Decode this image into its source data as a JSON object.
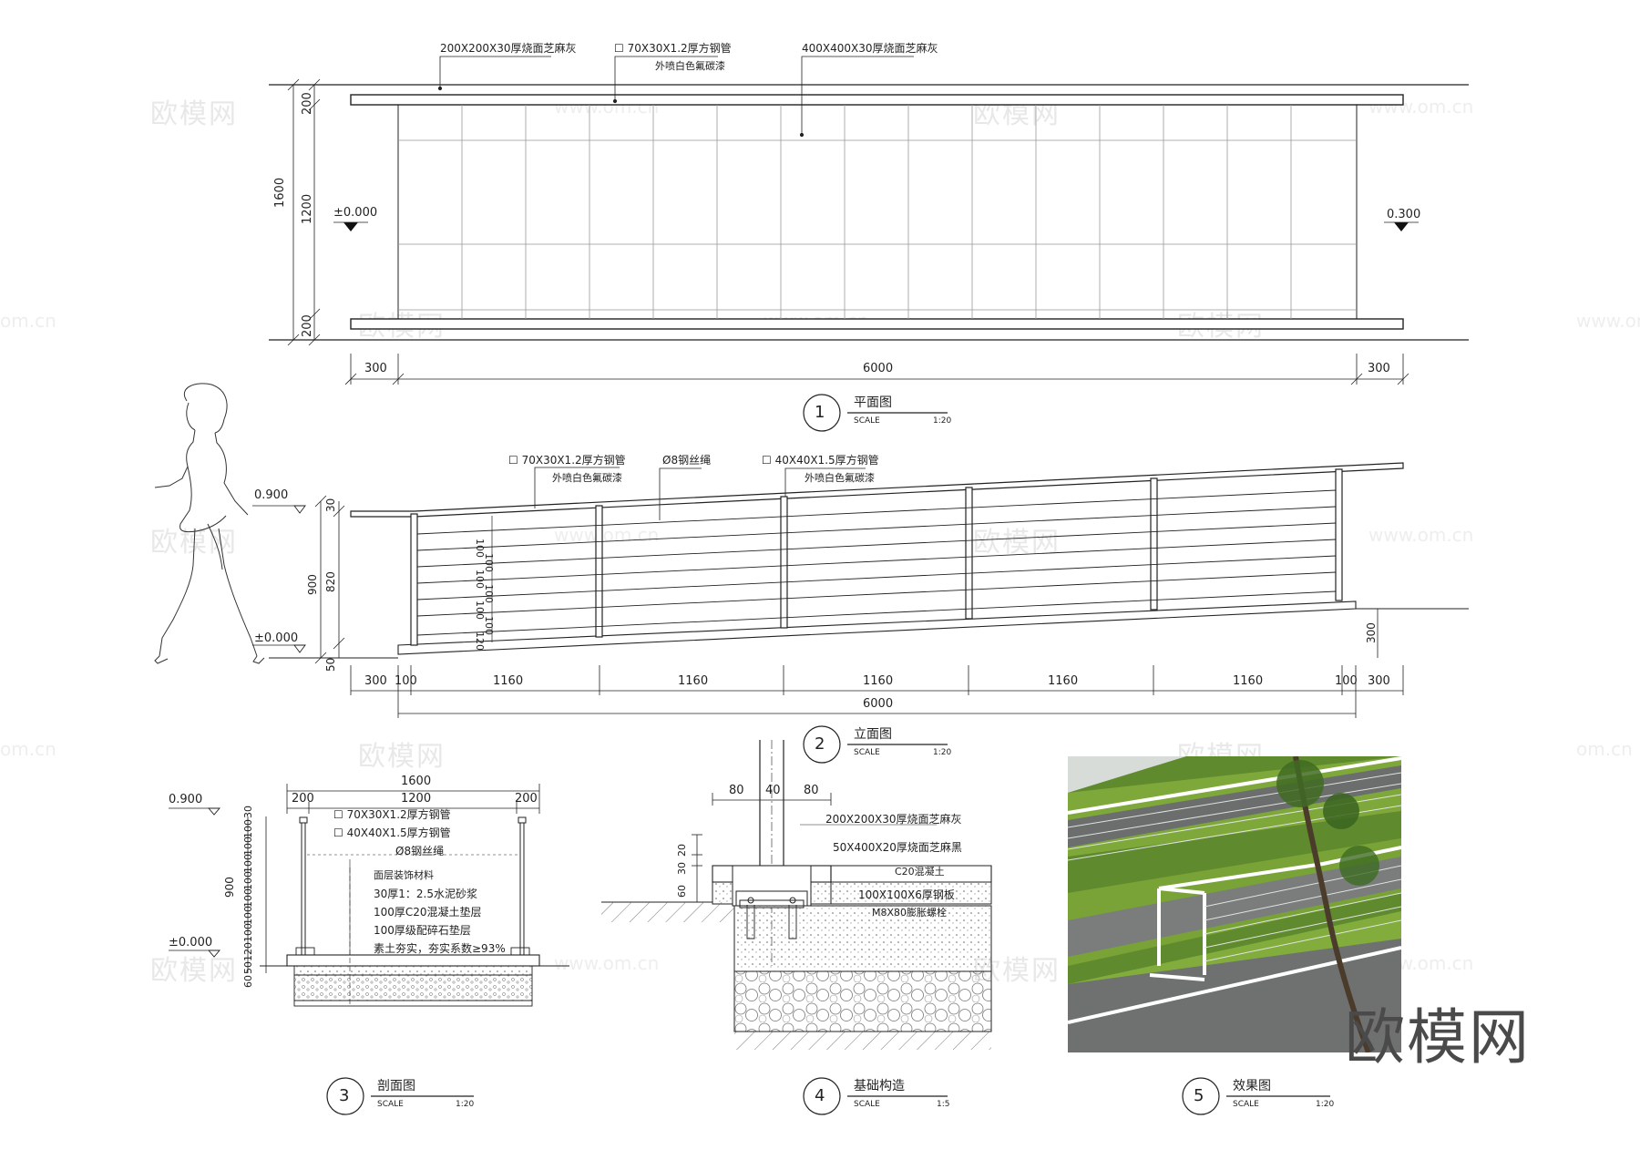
{
  "plan": {
    "notes": {
      "paving_small": "200X200X30厚烧面芝麻灰",
      "tube_70": "70X30X1.2厚方钢管",
      "tube_paint": "外喷白色氟碳漆",
      "paving_large": "400X400X30厚烧面芝麻灰"
    },
    "levels": {
      "left": "±0.000",
      "right": "0.300"
    },
    "dims_vertical": {
      "total": "1600",
      "top": "200",
      "mid": "1200",
      "bottom": "200"
    },
    "dims_horizontal": {
      "left": "300",
      "mid": "6000",
      "right": "300"
    },
    "caption": {
      "number": "1",
      "title": "平面图",
      "scale_label": "SCALE",
      "scale": "1:20"
    }
  },
  "elevation": {
    "notes": {
      "tube_70": "70X30X1.2厚方钢管",
      "tube_paint": "外喷白色氟碳漆",
      "wire": "Ø8钢丝绳",
      "tube_40": "40X40X1.5厚方钢管",
      "tube_40_paint": "外喷白色氟碳漆"
    },
    "levels": {
      "top": "0.900",
      "bottom": "±0.000"
    },
    "dims_vertical": {
      "top": "30",
      "total": "900",
      "mid": "820",
      "bottom": "50",
      "right": "300"
    },
    "wire_spacing": [
      "100",
      "100",
      "100",
      "100",
      "100",
      "100",
      "120"
    ],
    "dims_horizontal": [
      "300",
      "100",
      "1160",
      "1160",
      "1160",
      "1160",
      "1160",
      "100",
      "300"
    ],
    "dim_total": "6000",
    "caption": {
      "number": "2",
      "title": "立面图",
      "scale_label": "SCALE",
      "scale": "1:20"
    }
  },
  "section": {
    "dims_top": {
      "total": "1600",
      "left": "200",
      "mid": "1200",
      "right": "200"
    },
    "levels": {
      "top": "0.900",
      "bottom": "±0.000"
    },
    "dims_left": {
      "total": "900",
      "stack": [
        "30",
        "100",
        "100",
        "100",
        "100",
        "100",
        "100",
        "100",
        "120",
        "50",
        "60"
      ]
    },
    "notes": [
      "70X30X1.2厚方钢管",
      "40X40X1.5厚方钢管",
      "Ø8钢丝绳",
      "面层装饰材料",
      "30厚1：2.5水泥砂浆",
      "100厚C20混凝土垫层",
      "100厚级配碎石垫层",
      "素土夯实，夯实系数≥93%"
    ],
    "caption": {
      "number": "3",
      "title": "剖面图",
      "scale_label": "SCALE",
      "scale": "1:20"
    }
  },
  "foundation": {
    "dims_top": [
      "80",
      "40",
      "80"
    ],
    "dims_left": [
      "20",
      "30",
      "60"
    ],
    "notes": [
      "200X200X30厚烧面芝麻灰",
      "50X400X20厚烧面芝麻黑",
      "C20混凝土",
      "100X100X6厚钢板",
      "M8X80膨胀螺栓"
    ],
    "caption": {
      "number": "4",
      "title": "基础构造",
      "scale_label": "SCALE",
      "scale": "1:5"
    }
  },
  "render": {
    "caption": {
      "number": "5",
      "title": "效果图",
      "scale_label": "SCALE",
      "scale": "1:20"
    },
    "logo": "欧模网"
  },
  "watermarks": {
    "brand": "欧模网",
    "url": "www.om.cn",
    "url_cn": "om.cn"
  }
}
